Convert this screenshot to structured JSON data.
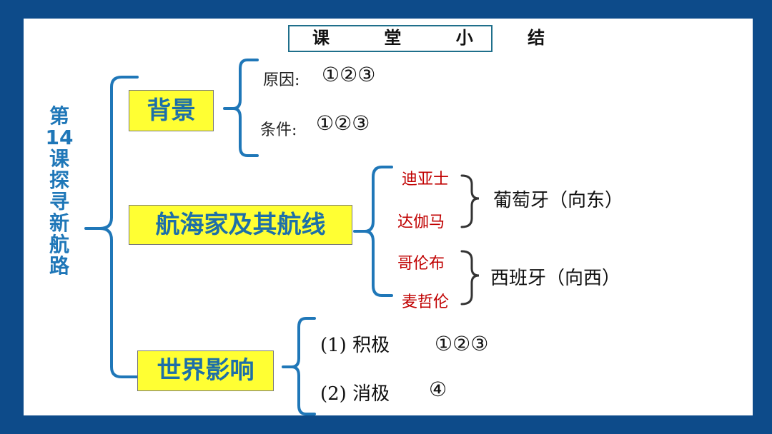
{
  "title": "课 堂 小 结",
  "lesson": "第14课探寻新航路",
  "background": {
    "label": "背景",
    "reason": {
      "label": "原因:",
      "marks": "①②③"
    },
    "condition": {
      "label": "条件:",
      "marks": "①②③"
    }
  },
  "navigators": {
    "label": "航海家及其航线",
    "groups": [
      {
        "people": [
          "迪亚士",
          "达伽马"
        ],
        "country": "葡萄牙（向东）"
      },
      {
        "people": [
          "哥伦布",
          "麦哲伦"
        ],
        "country": "西班牙（向西）"
      }
    ]
  },
  "impact": {
    "label": "世界影响",
    "positive": {
      "label": "(1) 积极",
      "marks": "①②③"
    },
    "negative": {
      "label": "(2) 消极",
      "marks": "④"
    }
  },
  "colors": {
    "frame": "#0d4b8a",
    "box_fill": "#ffff33",
    "box_text": "#1d6fa8",
    "brace": "#1f77b8",
    "names": "#c00000"
  }
}
